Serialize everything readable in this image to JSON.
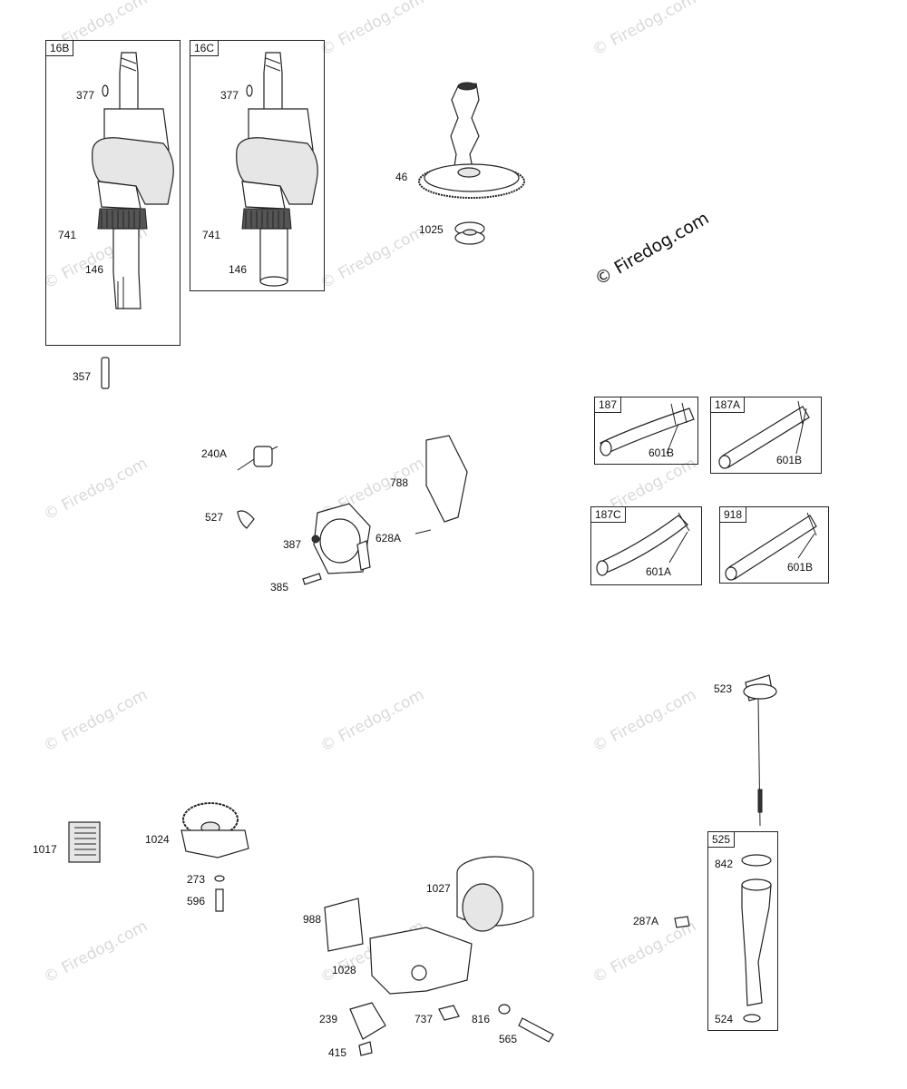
{
  "watermark": {
    "text": "© Firedog.com"
  },
  "copyright": {
    "text": "© Firedog.com"
  },
  "boxes": {
    "b16B": "16B",
    "b16C": "16C",
    "b187": "187",
    "b187A": "187A",
    "b187C": "187C",
    "b918": "918",
    "b525": "525"
  },
  "labels": {
    "l377a": "377",
    "l741a": "741",
    "l146a": "146",
    "l377b": "377",
    "l741b": "741",
    "l146b": "146",
    "l46": "46",
    "l1025": "1025",
    "l357": "357",
    "l240A": "240A",
    "l788": "788",
    "l527": "527",
    "l387": "387",
    "l628A": "628A",
    "l385": "385",
    "l601B1": "601B",
    "l601B2": "601B",
    "l601A": "601A",
    "l601B3": "601B",
    "l523": "523",
    "l842": "842",
    "l287A": "287A",
    "l524": "524",
    "l1017": "1017",
    "l1024": "1024",
    "l273": "273",
    "l596": "596",
    "l1027": "1027",
    "l988": "988",
    "l1028": "1028",
    "l239": "239",
    "l737": "737",
    "l816": "816",
    "l565": "565",
    "l415": "415"
  }
}
